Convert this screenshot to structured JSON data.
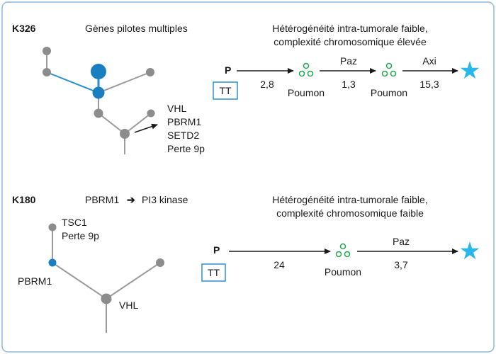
{
  "colors": {
    "frame": "#8fb8dc",
    "node_gray": "#8c8c8c",
    "node_blue": "#1a7fc1",
    "branch_blue": "#2a8fd0",
    "met": "#1ea84a",
    "star": "#29b6e8",
    "box": "#2a8fd0"
  },
  "cases": [
    {
      "id": "K326",
      "driver_label": "Gènes pilotes multiples",
      "heterogeneity_line1": "Hétérogénéité intra-tumorale faible,",
      "heterogeneity_line2": "complexité chromosomique élevée",
      "tree_labels": [
        "VHL",
        "PBRM1",
        "SETD2",
        "Perte 9p"
      ],
      "timeline": {
        "origin": "P",
        "box": "TT",
        "intervals": [
          "2,8",
          "1,3",
          "15,3"
        ],
        "treatments": [
          "",
          "Paz",
          "Axi"
        ],
        "sites": [
          "Poumon",
          "Poumon"
        ]
      }
    },
    {
      "id": "K180",
      "driver_from": "PBRM1",
      "driver_arrow": "➔",
      "driver_to": "PI3 kinase",
      "heterogeneity_line1": "Hétérogénéité intra-tumorale faible,",
      "heterogeneity_line2": "complexité chromosomique faible",
      "tree_labels": {
        "top1": "TSC1",
        "top2": "Perte 9p",
        "mid": "PBRM1",
        "root": "VHL"
      },
      "timeline": {
        "origin": "P",
        "box": "TT",
        "intervals": [
          "24",
          "3,7"
        ],
        "treatments": [
          "",
          "Paz"
        ],
        "sites": [
          "Poumon"
        ]
      }
    }
  ]
}
